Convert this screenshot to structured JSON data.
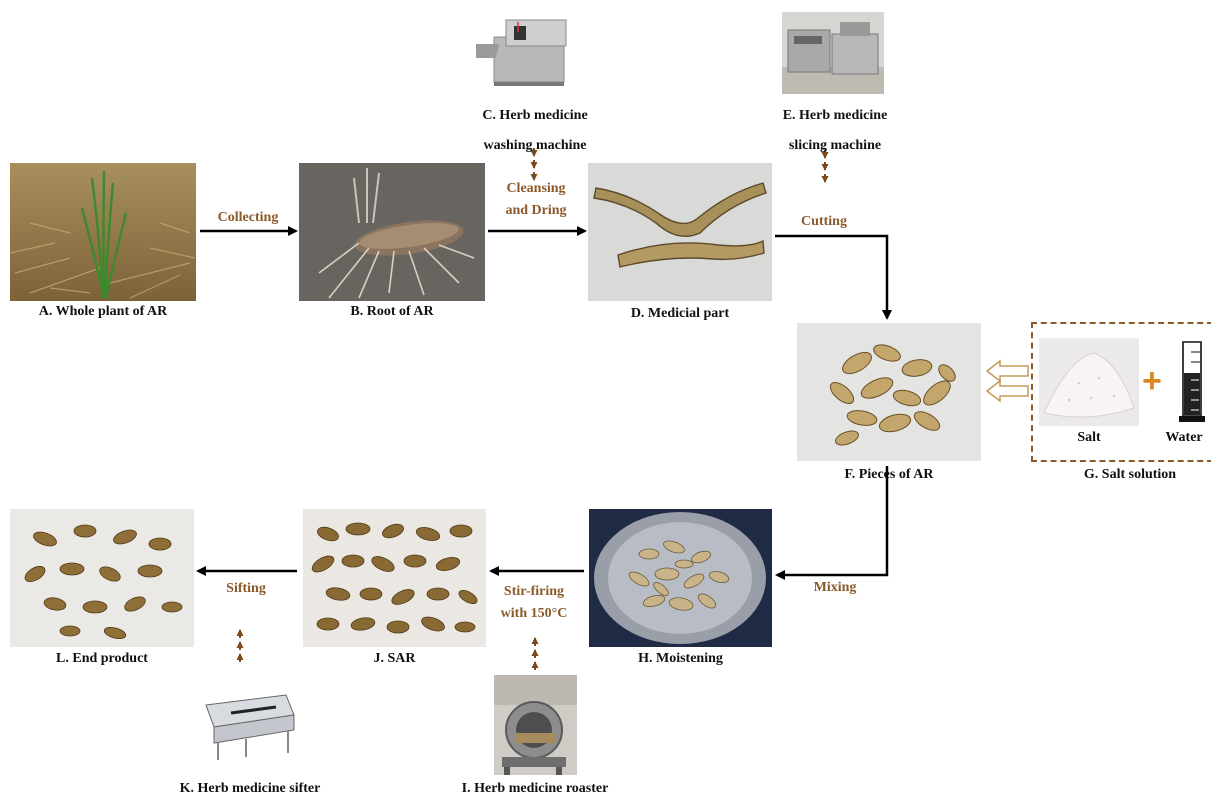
{
  "title": "",
  "colors": {
    "step_text": "#8b5a2b",
    "arrow": "#000000",
    "dashed_border": "#8b5a2b",
    "plus_sign": "#d98a1f"
  },
  "nodes": {
    "A": "A. Whole plant of AR",
    "B": "B. Root of AR",
    "C_line1": "C. Herb medicine",
    "C_line2": "washing machine",
    "D": "D. Medicial part",
    "E_line1": "E. Herb medicine",
    "E_line2": "slicing machine",
    "F": "F. Pieces of AR",
    "G": "G. Salt solution",
    "H": "H. Moistening",
    "I": "I. Herb medicine roaster",
    "J": "J. SAR",
    "K": "K. Herb medicine sifter",
    "L": "L. End product"
  },
  "salt_solution": {
    "salt": "Salt",
    "water": "Water",
    "plus": "+"
  },
  "steps": {
    "collecting": "Collecting",
    "cleansing_line1": "Cleansing",
    "cleansing_line2": "and Dring",
    "cutting": "Cutting",
    "mixing": "Mixing",
    "stirfiring_line1": "Stir-firing",
    "stirfiring_line2": "with 150°C",
    "sifting": "Sifting"
  },
  "icons": [
    "plant-photo",
    "root-photo",
    "washing-machine-photo",
    "medicinal-root-photo",
    "slicing-machine-photo",
    "slices-photo",
    "salt-photo",
    "measuring-cylinder-icon",
    "moistening-bowl-photo",
    "roaster-photo",
    "sar-photo",
    "sifter-photo",
    "end-product-photo"
  ]
}
